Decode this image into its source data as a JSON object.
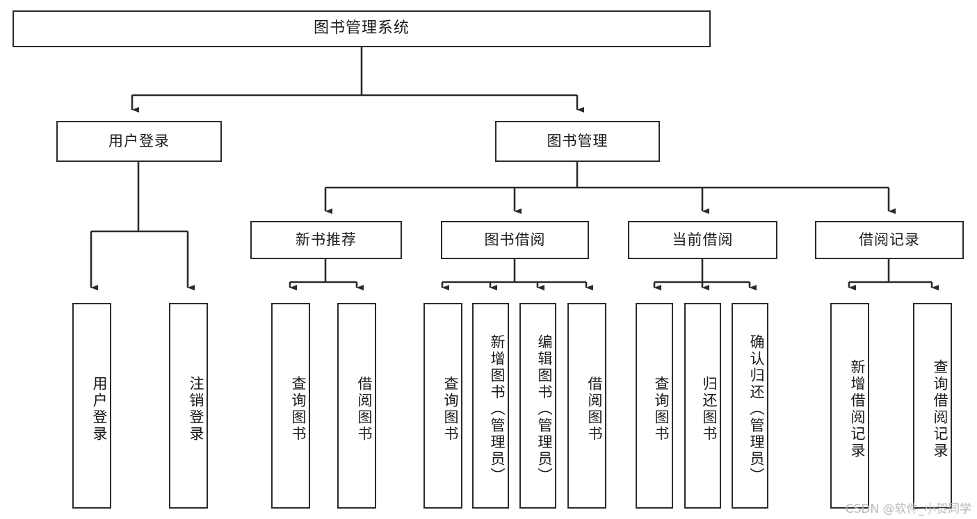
{
  "diagram": {
    "type": "tree",
    "title": "图书管理系统",
    "watermark": "CSDN @软件_小贺同学",
    "colors": {
      "box_border": "#2b2b2b",
      "box_fill": "#ffffff",
      "edge": "#2b2b2b",
      "text": "#1a1a1a",
      "watermark": "#b8b8b8",
      "background": "#ffffff"
    },
    "root": {
      "label": "图书管理系统"
    },
    "level2": [
      {
        "label": "用户登录"
      },
      {
        "label": "图书管理"
      }
    ],
    "level3": [
      {
        "label": "新书推荐"
      },
      {
        "label": "图书借阅"
      },
      {
        "label": "当前借阅"
      },
      {
        "label": "借阅记录"
      }
    ],
    "leaves": {
      "user_login": [
        {
          "label": "用户登录"
        },
        {
          "label": "注销登录"
        }
      ],
      "new_book_recommend": [
        {
          "label": "查询图书"
        },
        {
          "label": "借阅图书"
        }
      ],
      "book_borrow": [
        {
          "label": "查询图书"
        },
        {
          "label": "新增图书（管理员）"
        },
        {
          "label": "编辑图书（管理员）"
        },
        {
          "label": "借阅图书"
        }
      ],
      "current_borrow": [
        {
          "label": "查询图书"
        },
        {
          "label": "归还图书"
        },
        {
          "label": "确认归还（管理员）"
        }
      ],
      "borrow_record": [
        {
          "label": "新增借阅记录"
        },
        {
          "label": "查询借阅记录"
        }
      ]
    }
  }
}
